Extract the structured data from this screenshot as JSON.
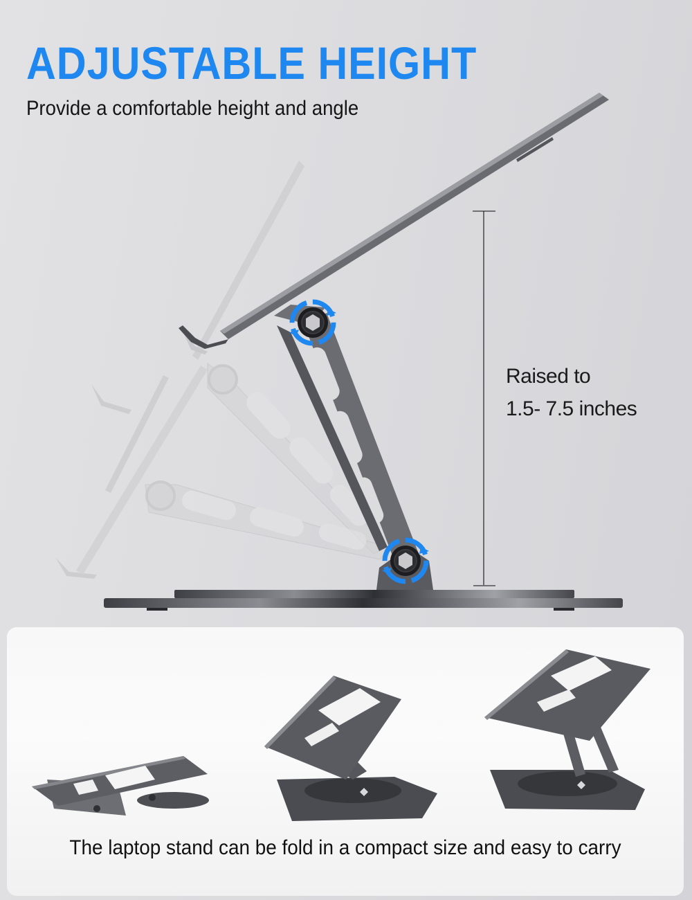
{
  "header": {
    "title": "ADJUSTABLE HEIGHT",
    "subtitle": "Provide a comfortable height and angle"
  },
  "hero": {
    "measurement": {
      "line1": "Raised to",
      "line2": "1.5- 7.5 inches"
    },
    "icons": [
      "rotate-arrows-icon-upper-hinge",
      "rotate-arrows-icon-lower-hinge"
    ]
  },
  "panel": {
    "caption": "The laptop stand can be fold in a compact size and easy to carry",
    "stands": [
      "folded",
      "half-raised",
      "fully-raised"
    ]
  },
  "colors": {
    "accent": "#1e88f0",
    "background": "#dcdcdf",
    "metal": "#5c5d62",
    "panel": "#f8f8f8"
  }
}
